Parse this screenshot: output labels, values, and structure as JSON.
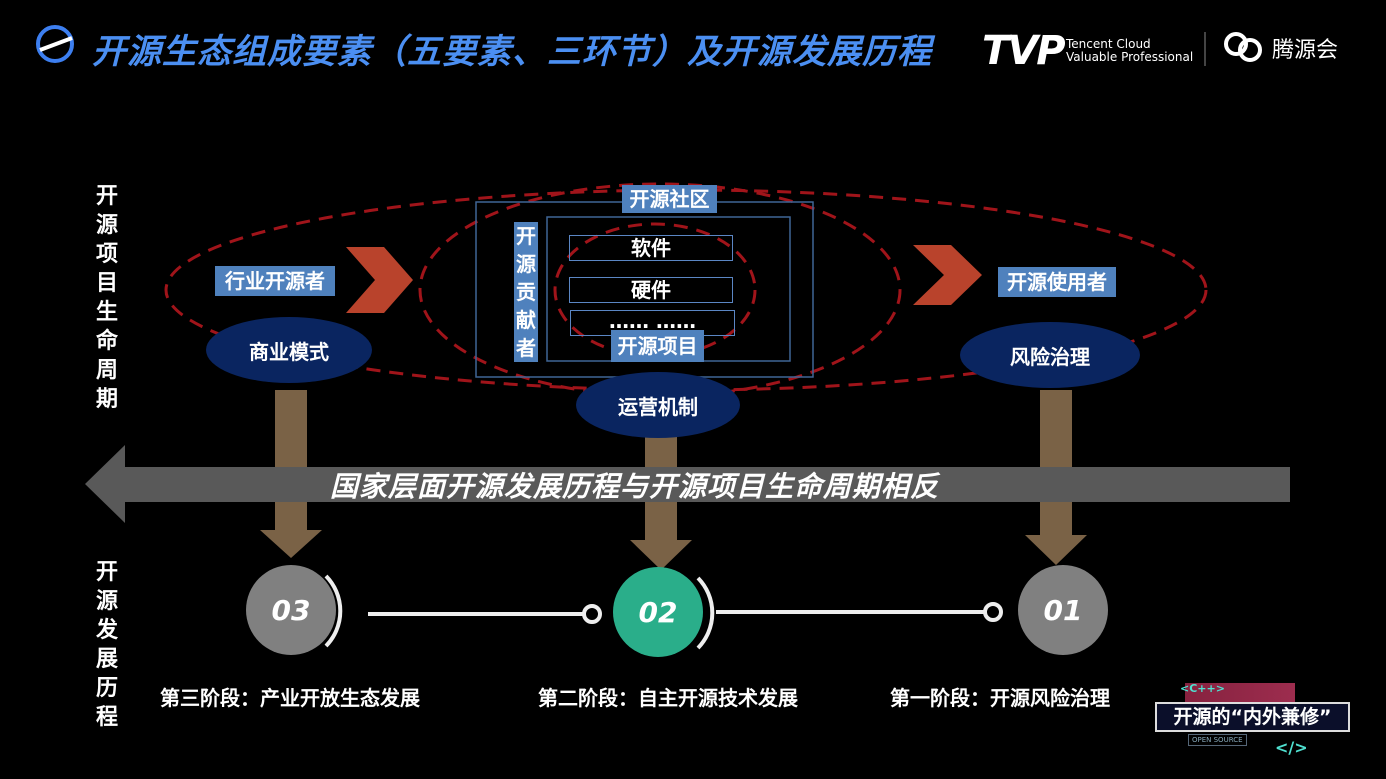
{
  "header": {
    "title": "开源生态组成要素（五要素、三环节）及开源发展历程",
    "logo_tvp": "TVP",
    "tvp_line1": "Tencent Cloud",
    "tvp_line2": "Valuable Professional",
    "brand": "腾源会"
  },
  "side_labels": {
    "lifecycle": "开源项目生命周期",
    "history": "开源发展历程"
  },
  "ecosystem": {
    "industry": "行业开源者",
    "users": "开源使用者",
    "community": "开源社区",
    "contributors": "开源贡献者",
    "rows": [
      "软件",
      "硬件",
      "…… ……"
    ],
    "project": "开源项目",
    "business": "商业模式",
    "operation": "运营机制",
    "risk": "风险治理"
  },
  "banner": "国家层面开源发展历程与开源项目生命周期相反",
  "stages": [
    {
      "num": "03",
      "label": "第三阶段：产业开放生态发展",
      "color": "#808080"
    },
    {
      "num": "02",
      "label": "第二阶段：自主开源技术发展",
      "color": "#2aae8a"
    },
    {
      "num": "01",
      "label": "第一阶段：开源风险治理",
      "color": "#808080"
    }
  ],
  "badge": {
    "top": "<C++>",
    "title": "开源的“内外兼修”",
    "sub": "OPEN SOURCE",
    "code": "</>"
  },
  "colors": {
    "accent": "#4b8ff2",
    "label": "#4f81bd",
    "oval": "#0a2560",
    "chevron": "#b9432c",
    "dash": "#a0141a",
    "arrow": "#7a6246",
    "banner": "#595959"
  }
}
